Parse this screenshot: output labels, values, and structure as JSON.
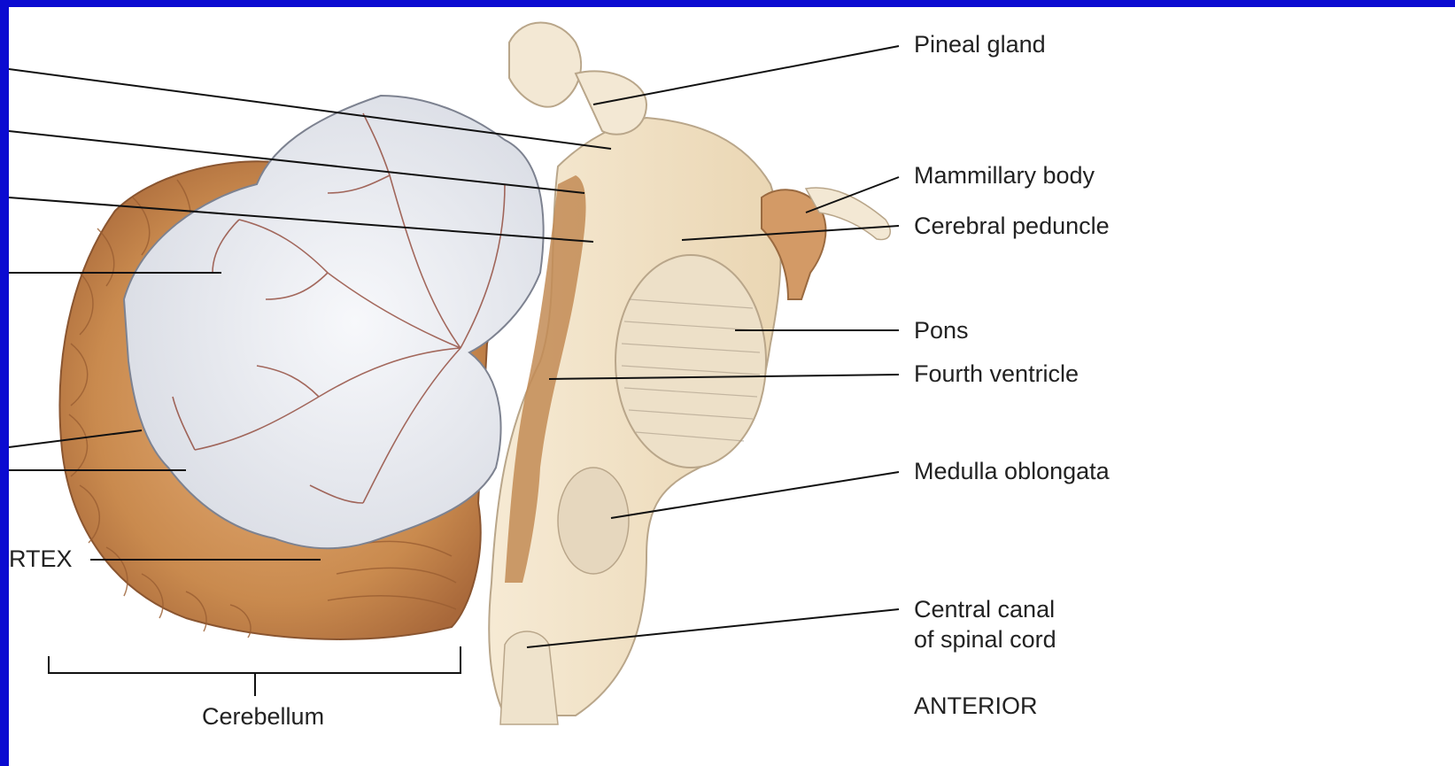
{
  "labels": {
    "pineal_gland": "Pineal gland",
    "mammillary_body": "Mammillary body",
    "cerebral_peduncle": "Cerebral peduncle",
    "pons": "Pons",
    "fourth_ventricle": "Fourth ventricle",
    "medulla_oblongata": "Medulla oblongata",
    "central_canal_line1": "Central canal",
    "central_canal_line2": "of spinal cord",
    "anterior": "ANTERIOR",
    "cortex_partial": "RTEX",
    "cerebellum": "Cerebellum"
  },
  "colors": {
    "frame_border": "#0b0bd1",
    "background": "#ffffff",
    "white_matter": "#e9ebf0",
    "cortex": "#c98a4e",
    "brainstem": "#f1e2c6",
    "ventricle": "#c28b55",
    "leader_lines": "#111111"
  }
}
